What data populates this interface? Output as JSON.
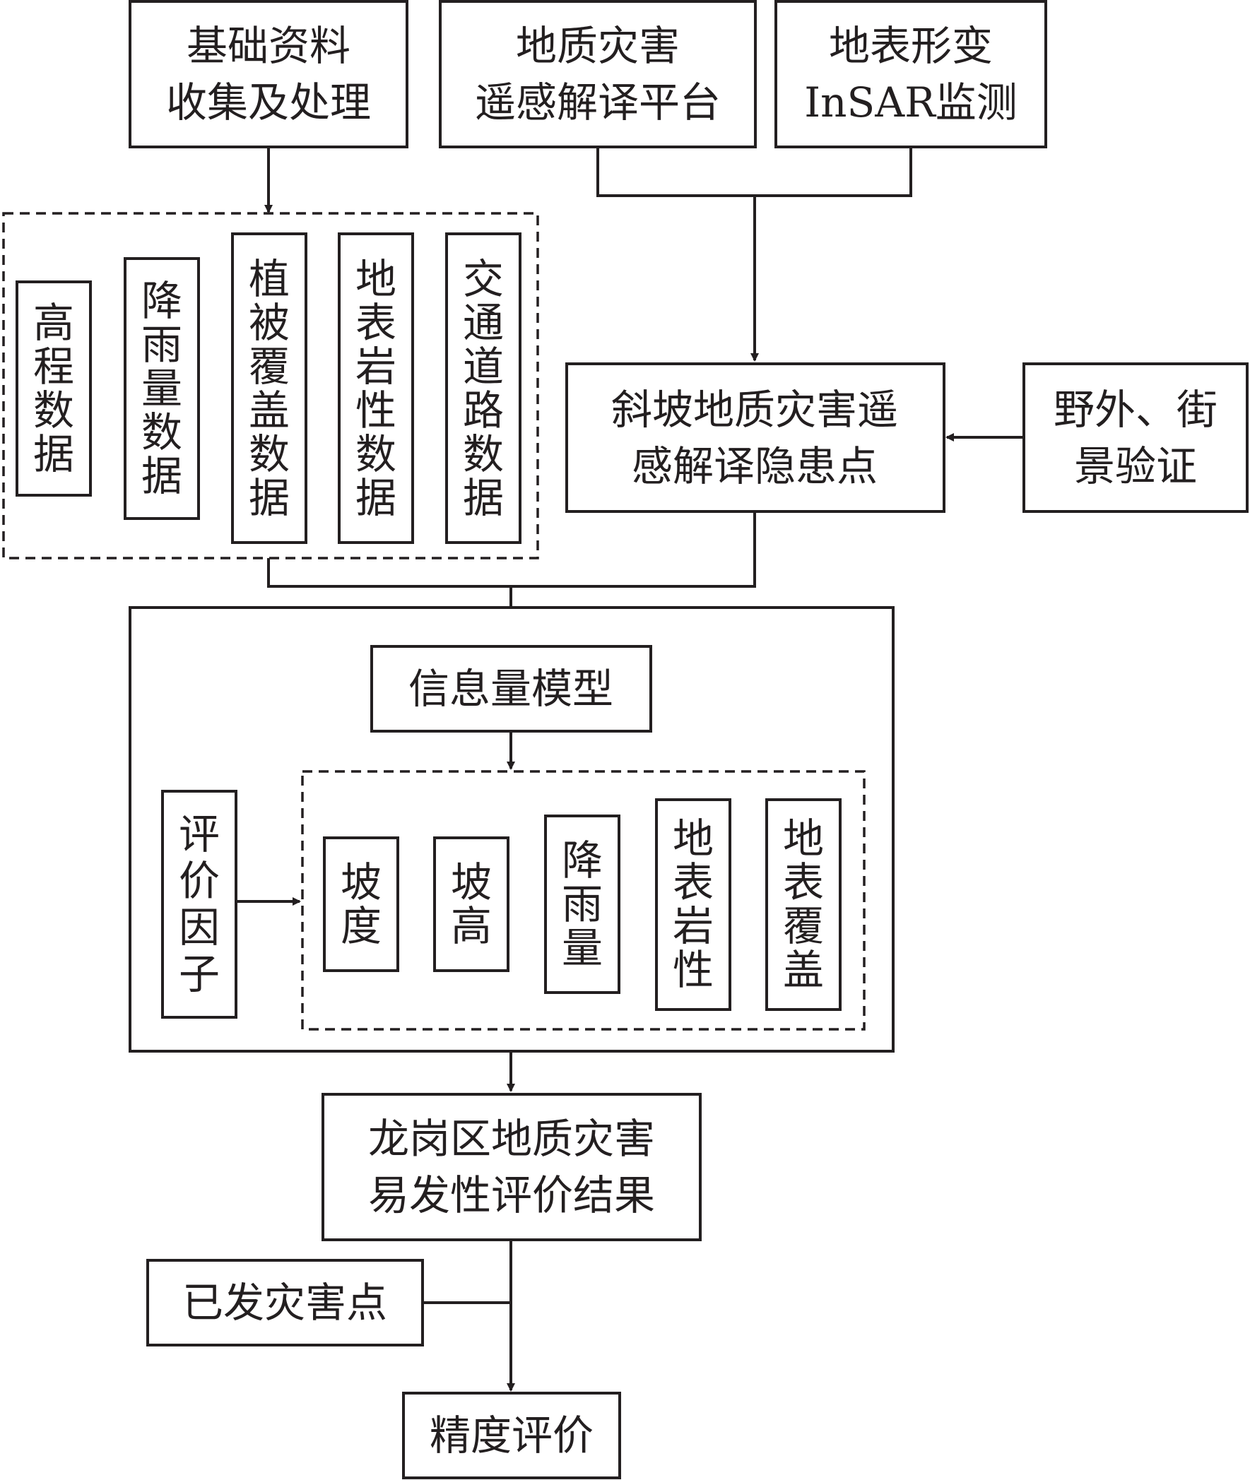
{
  "colors": {
    "stroke": "#231f20",
    "background": "#ffffff"
  },
  "top": {
    "basic_data": [
      "基础资料",
      "收集及处理"
    ],
    "remote_platform": [
      "地质灾害",
      "遥感解译平台"
    ],
    "insar": [
      "地表形变",
      "InSAR监测"
    ]
  },
  "data_layers": [
    "高程数据",
    "降雨量数据",
    "植被覆盖数据",
    "地表岩性数据",
    "交通道路数据"
  ],
  "hidden_points": [
    "斜坡地质灾害遥",
    "感解译隐患点"
  ],
  "field_check": [
    "野外、街",
    "景验证"
  ],
  "model": "信息量模型",
  "eval_factor": "评价因子",
  "factors": [
    "坡度",
    "坡高",
    "降雨量",
    "地表岩性",
    "地表覆盖"
  ],
  "result": [
    "龙岗区地质灾害",
    "易发性评价结果"
  ],
  "known_points": "已发灾害点",
  "accuracy": "精度评价"
}
